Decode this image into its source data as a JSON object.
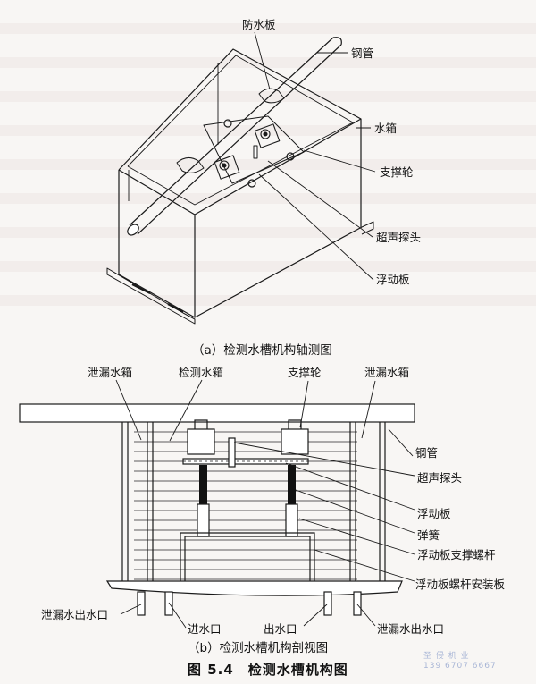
{
  "figure": {
    "number_title": "图 5.4　检测水槽机构图"
  },
  "part_a": {
    "caption": "（a）检测水槽机构轴测图",
    "labels": {
      "waterproof_plate": "防水板",
      "steel_pipe": "钢管",
      "water_tank": "水箱",
      "support_wheel": "支撑轮",
      "ultrasonic_probe": "超声探头",
      "floating_plate": "浮动板"
    }
  },
  "part_b": {
    "caption": "（b）检测水槽机构剖视图",
    "labels": {
      "leak_tank_left": "泄漏水箱",
      "detection_tank": "检测水箱",
      "support_wheel": "支撑轮",
      "leak_tank_right": "泄漏水箱",
      "steel_pipe": "钢管",
      "ultrasonic_probe": "超声探头",
      "floating_plate": "浮动板",
      "spring": "弹簧",
      "support_screw": "浮动板支撑螺杆",
      "screw_mount_plate": "浮动板螺杆安装板",
      "leak_outlet_left": "泄漏水出水口",
      "inlet": "进水口",
      "outlet": "出水口",
      "leak_outlet_right": "泄漏水出水口"
    }
  },
  "watermark": {
    "line1": "圣 侵 机 业",
    "line2": "139 6707 6667"
  }
}
